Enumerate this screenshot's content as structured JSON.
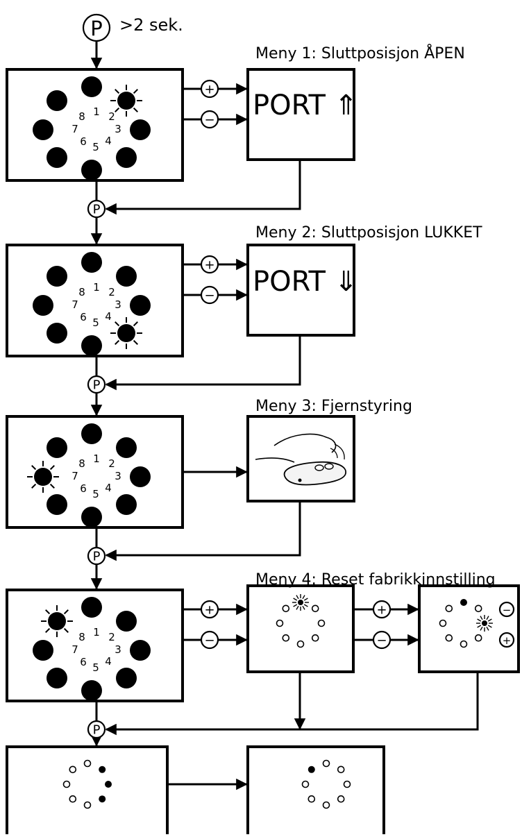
{
  "start": {
    "button_symbol": "P",
    "label": ">2 sek."
  },
  "menus": [
    {
      "id": 1,
      "title": "Meny 1: Sluttposisjon ÅPEN",
      "active_led": 2,
      "port_label": "PORT",
      "port_arrow": "⇑"
    },
    {
      "id": 2,
      "title": "Meny 2: Sluttposisjon LUKKET",
      "active_led": 4,
      "port_label": "PORT",
      "port_arrow": "⇓"
    },
    {
      "id": 3,
      "title": "Meny 3: Fjernstyring",
      "active_led": 7,
      "action": "remote-control"
    },
    {
      "id": 4,
      "title": "Meny 4: Reset fabrikkinnstilling",
      "active_led": 8,
      "action": "factory-reset"
    }
  ],
  "led_numbers": [
    "1",
    "2",
    "3",
    "4",
    "5",
    "6",
    "7",
    "8"
  ],
  "symbols": {
    "plus": "+",
    "minus": "−",
    "p_button": "P"
  },
  "colors": {
    "ink": "#000000",
    "paper": "#ffffff"
  }
}
